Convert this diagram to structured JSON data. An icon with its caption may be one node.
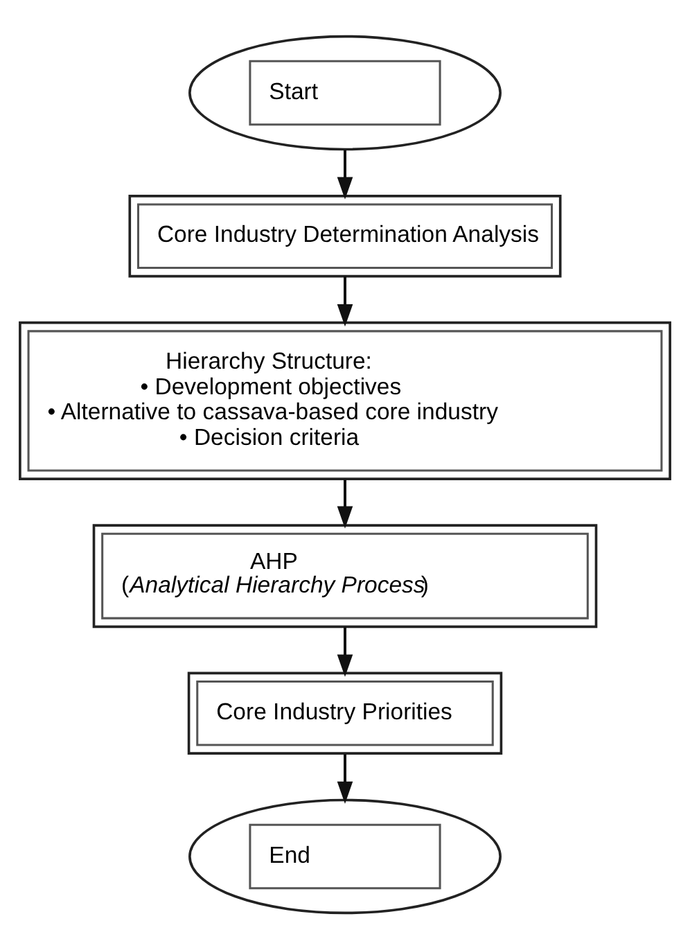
{
  "diagram": {
    "nodes": [
      {
        "text": [
          "Start"
        ]
      },
      {
        "text": [
          "Core Industry Determination Analysis"
        ]
      },
      {
        "text": [
          "Hierarchy Structure:",
          "• Development objectives",
          "• Alternative to cassava-based core industry",
          "• Decision criteria"
        ]
      },
      {
        "text": [
          "AHP",
          "(*Analytical Hierarchy Process*)"
        ]
      },
      {
        "text": [
          "Core Industry Priorities"
        ]
      },
      {
        "text": [
          "End"
        ]
      }
    ],
    "edges": [
      {
        "from": 0,
        "to": 1,
        "arrow": "to"
      },
      {
        "from": 1,
        "to": 2,
        "arrow": "to"
      },
      {
        "from": 2,
        "to": 3,
        "arrow": "to"
      },
      {
        "from": 3,
        "to": 4,
        "arrow": "to"
      },
      {
        "from": 4,
        "to": 5,
        "arrow": "to"
      }
    ]
  }
}
